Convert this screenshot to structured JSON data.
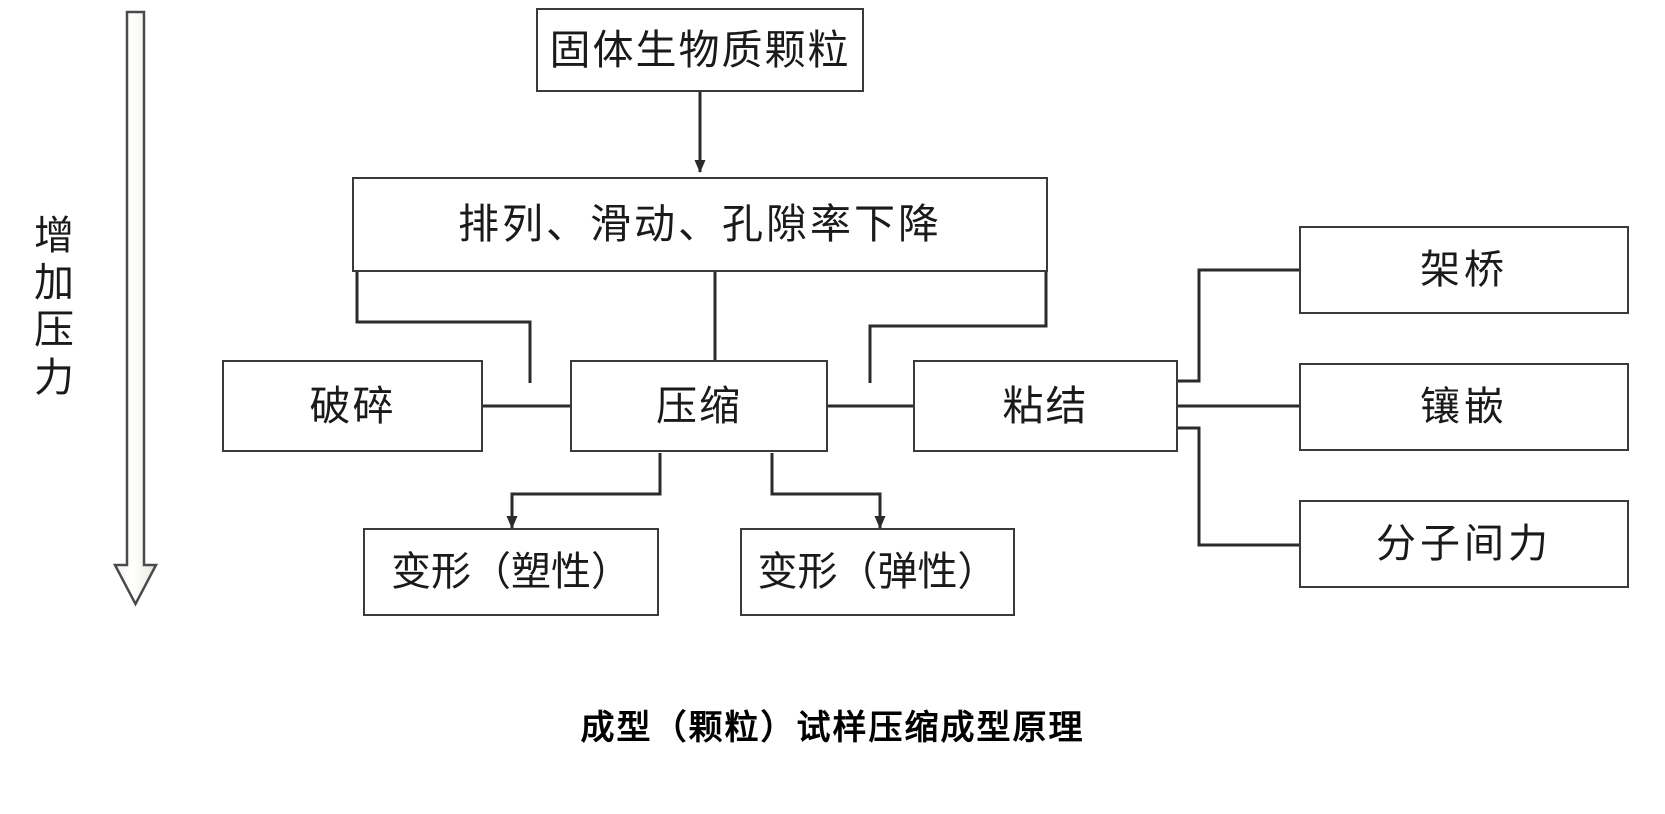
{
  "figure": {
    "caption": "成型（颗粒）试样压缩成型原理",
    "pressure_axis": {
      "name": "increasing-pressure-arrow",
      "chars": [
        "增",
        "加",
        "压",
        "力"
      ],
      "text": "增加压力",
      "direction": "downward"
    },
    "colors": {
      "box_border": "#3a3a3a",
      "connector": "#2b2b2b",
      "background": "#ffffff",
      "text": "#1a1a1a"
    },
    "nodes": {
      "source": "固体生物质颗粒",
      "rearrange": "排列、滑动、孔隙率下降",
      "crush": "破碎",
      "compress": "压缩",
      "bond": "粘结",
      "deform_plastic": "变形（塑性）",
      "deform_elastic": "变形（弹性）",
      "bridging": "架桥",
      "embedding": "镶嵌",
      "molecular_force": "分子间力"
    }
  }
}
